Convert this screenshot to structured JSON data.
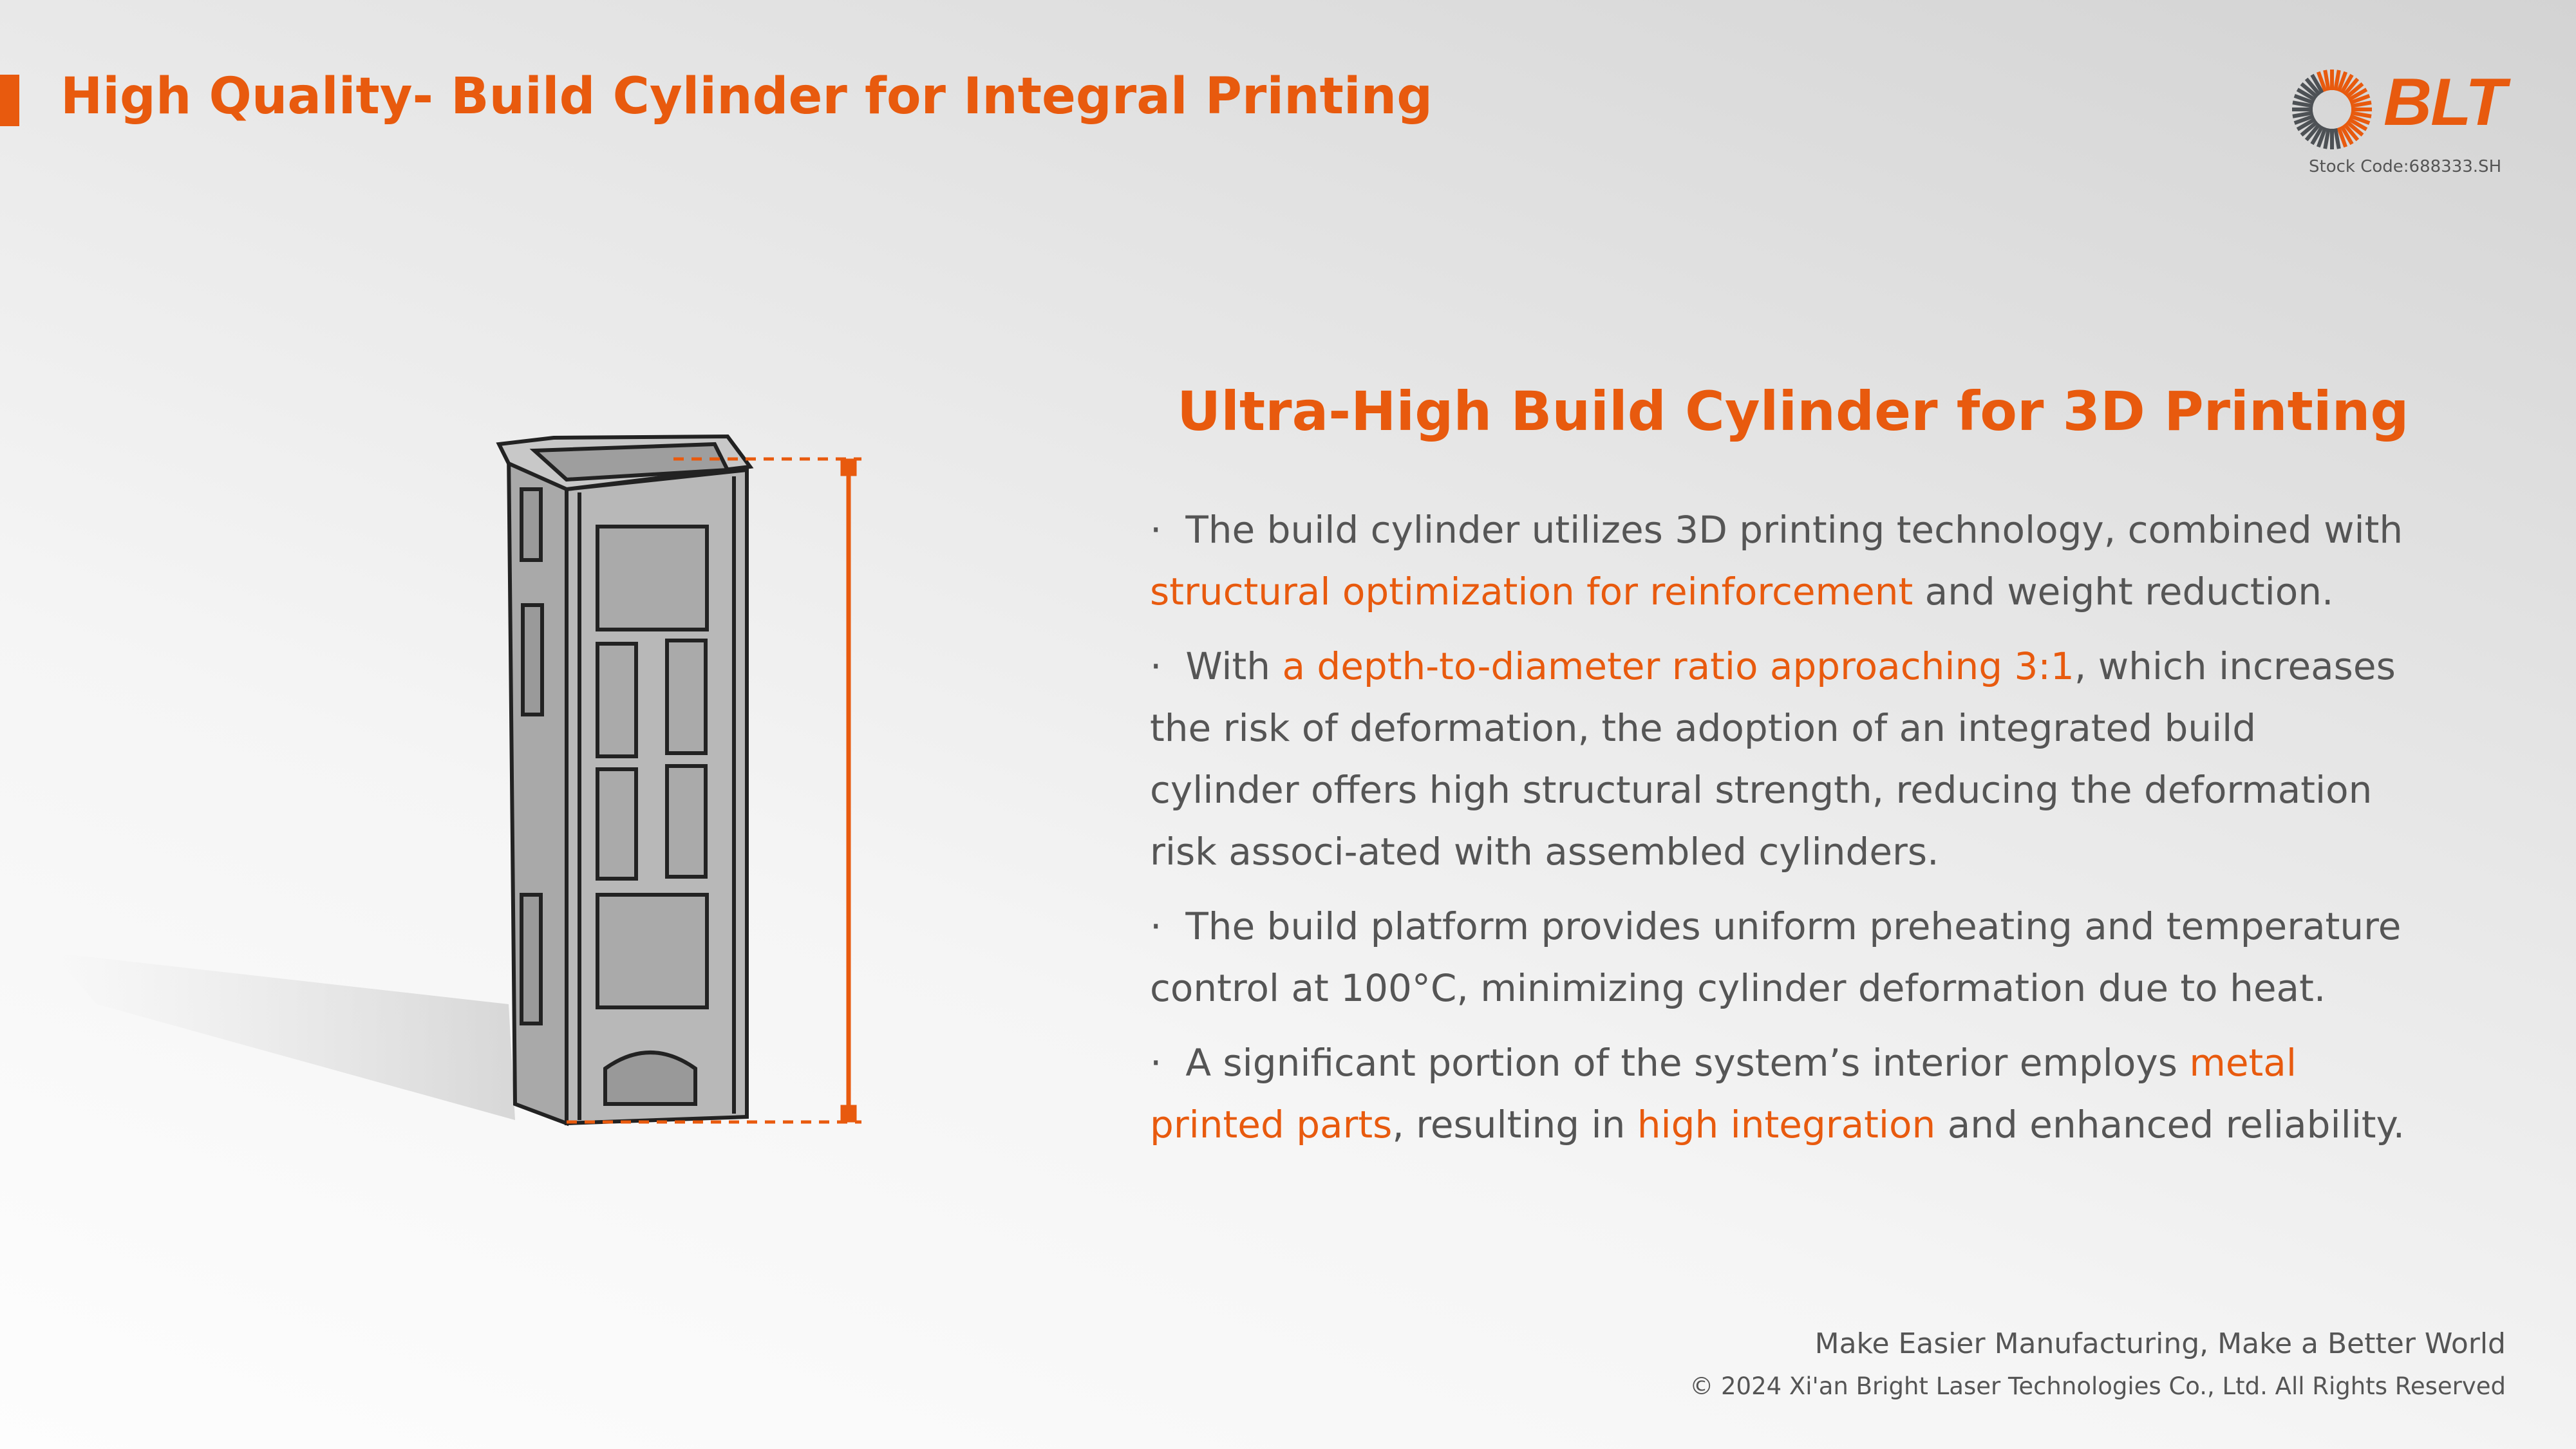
{
  "header": {
    "title": "High Quality- Build Cylinder for Integral Printing"
  },
  "logo": {
    "brand": "BLT",
    "stock_code": "Stock Code:688333.SH"
  },
  "content": {
    "heading": "Ultra-High Build Cylinder for 3D Printing",
    "bullets": [
      {
        "b": "·",
        "t1": "The build cylinder utilizes 3D printing technology, combined with ",
        "h1": "structural optimization for reinforcement",
        "t2": " and weight reduction."
      },
      {
        "b": "·",
        "t1": "With ",
        "h1": "a depth-to-diameter ratio approaching 3:1",
        "t2": ", which increases the risk of deformation, the adoption of an integrated build cylinder offers high structural strength, reducing the deformation risk associ-ated with assembled cylinders."
      },
      {
        "b": "·",
        "t1": "The build platform provides uniform preheating and temperature control at 100°C, minimizing cylinder deformation due to heat."
      },
      {
        "b": "·",
        "t1": "A significant portion of the system’s interior employs ",
        "h1": "metal printed parts",
        "t2": ", resulting in ",
        "h2": "high integration",
        "t3": " and enhanced reliability."
      }
    ]
  },
  "footer": {
    "slogan": "Make Easier Manufacturing, Make a Better World",
    "copyright": "© 2024 Xi'an Bright Laser Technologies Co., Ltd. All Rights Reserved"
  },
  "colors": {
    "accent": "#e85a0e",
    "text": "#555555",
    "logo_gray": "#4d5155"
  }
}
